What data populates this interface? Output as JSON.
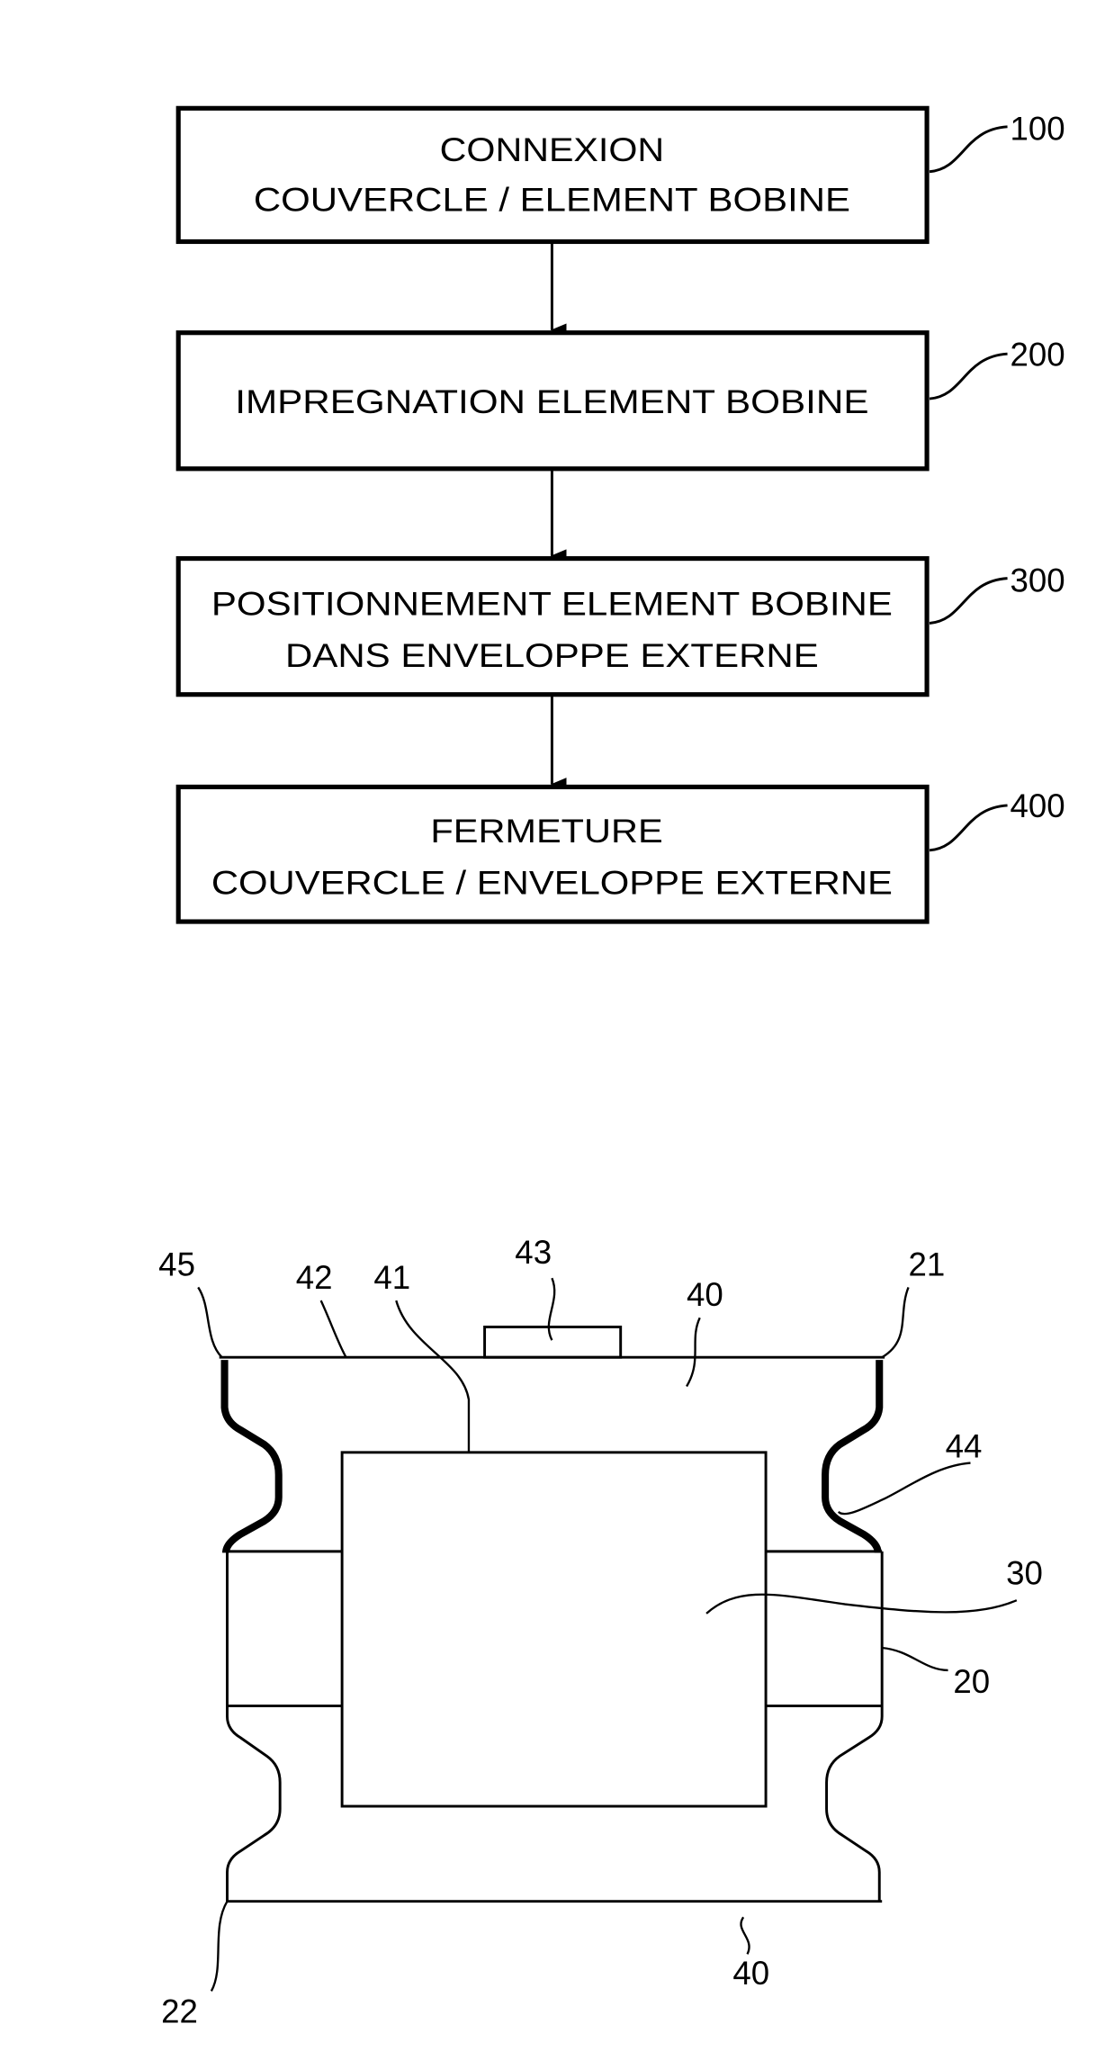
{
  "flowchart": {
    "steps": [
      {
        "ref": "100",
        "line1": "CONNEXION",
        "line2": "COUVERCLE / ELEMENT BOBINE"
      },
      {
        "ref": "200",
        "line1": "IMPREGNATION ELEMENT BOBINE"
      },
      {
        "ref": "300",
        "line1": "POSITIONNEMENT ELEMENT BOBINE",
        "line2": "DANS ENVELOPPE EXTERNE"
      },
      {
        "ref": "400",
        "line1": "FERMETURE",
        "line2": "COUVERCLE / ENVELOPPE EXTERNE"
      }
    ]
  },
  "figure": {
    "labels": {
      "l45": "45",
      "l42": "42",
      "l41": "41",
      "l43": "43",
      "l40_top": "40",
      "l21": "21",
      "l44": "44",
      "l30": "30",
      "l20": "20",
      "l22": "22",
      "l40_bottom": "40"
    }
  }
}
